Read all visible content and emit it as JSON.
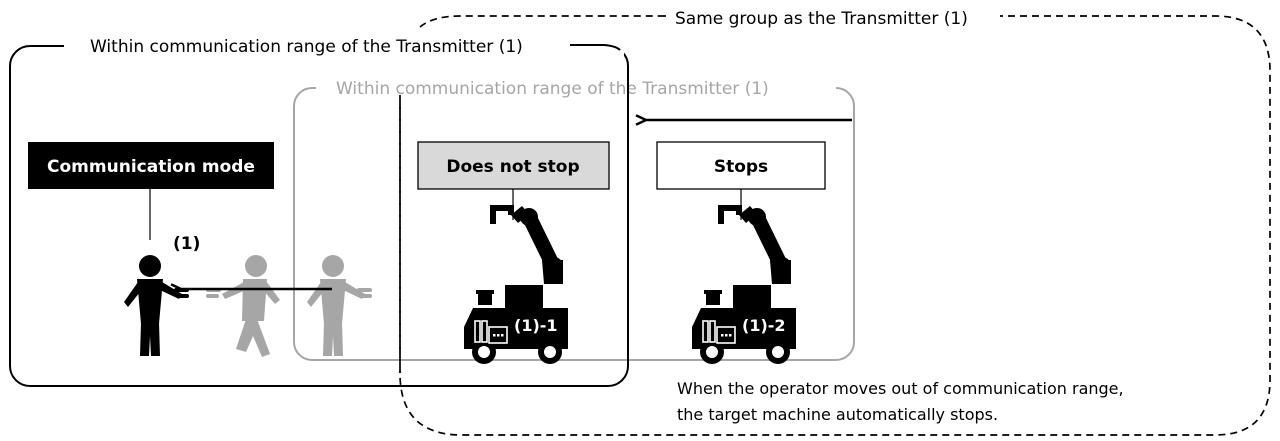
{
  "regions": {
    "same_group": "Same group as the Transmitter (1)",
    "range_current": "Within communication range of the Transmitter (1)",
    "range_previous": "Within communication range of the Transmitter (1)"
  },
  "status": {
    "communication_mode": "Communication mode",
    "does_not_stop": "Does not stop",
    "stops": "Stops"
  },
  "labels": {
    "transmitter": "(1)",
    "machine_1": "(1)-1",
    "machine_2": "(1)-2"
  },
  "note": {
    "line1": "When the operator moves out of communication range,",
    "line2": "the target machine automatically stops."
  },
  "colors": {
    "dark": "#000000",
    "faded": "#a6a6a6",
    "box_gray": "#d9d9d9"
  }
}
